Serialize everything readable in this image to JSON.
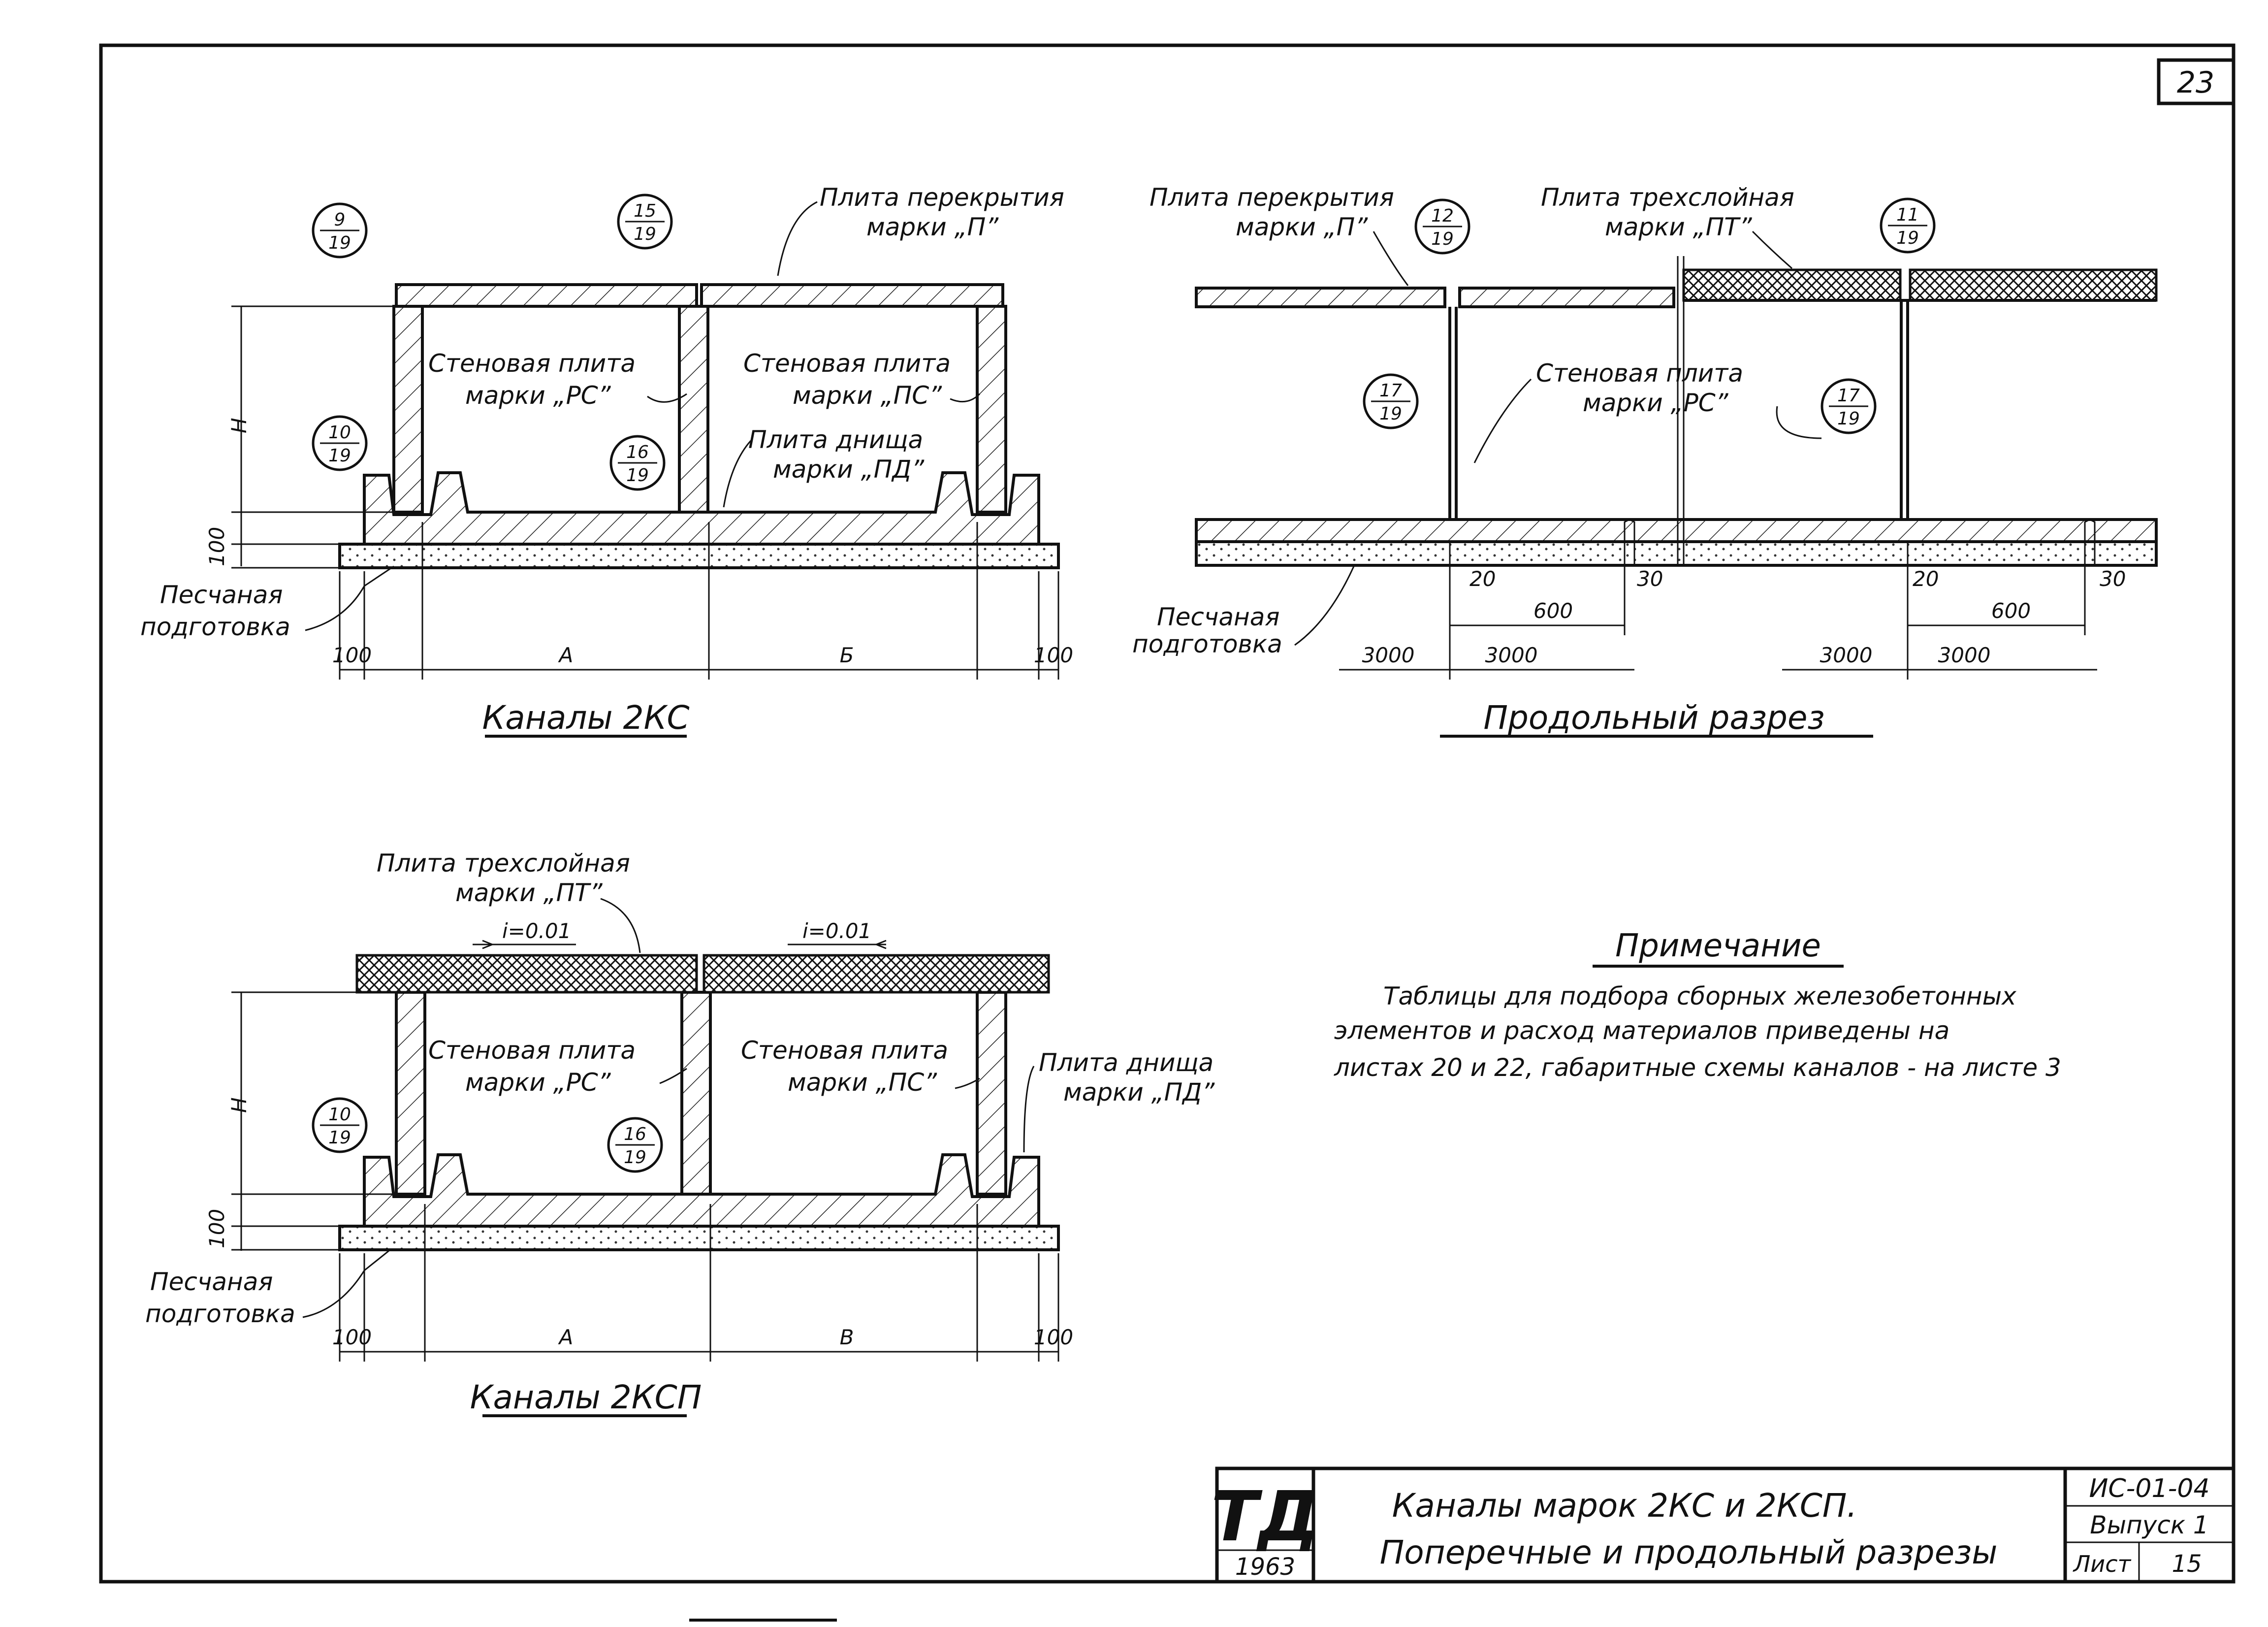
{
  "sheet": {
    "page_number": "23",
    "stamp_logo": "ТД",
    "stamp_year": "1963",
    "title_line1": "Каналы марок 2КС и 2КСП.",
    "title_line2": "Поперечные и продольный разрезы",
    "series": "ИС-01-04",
    "issue": "Выпуск 1",
    "sheet_label": "Лист",
    "sheet_number": "15"
  },
  "section_2ks": {
    "title": "Каналы 2КС",
    "label_slab": [
      "Плита перекрытия",
      "марки „П”"
    ],
    "label_wall_left": [
      "Стеновая плита",
      "марки „РС”"
    ],
    "label_wall_right": [
      "Стеновая плита",
      "марки „ПС”"
    ],
    "label_bottom": [
      "Плита днища",
      "марки „ПД”"
    ],
    "label_sand": [
      "Песчаная",
      "подготовка"
    ],
    "dim_h": "H",
    "dim_100_v": "100",
    "dim_100_left": "100",
    "dim_a": "А",
    "dim_b": "Б",
    "dim_100_right": "100",
    "refs": [
      {
        "num": "9",
        "den": "19"
      },
      {
        "num": "15",
        "den": "19"
      },
      {
        "num": "10",
        "den": "19"
      },
      {
        "num": "16",
        "den": "19"
      }
    ]
  },
  "section_long": {
    "title": "Продольный разрез",
    "label_slab": [
      "Плита перекрытия",
      "марки „П”"
    ],
    "label_slab3": [
      "Плита трехслойная",
      "марки „ПТ”"
    ],
    "label_wall": [
      "Стеновая плита",
      "марки „РС”"
    ],
    "label_sand": [
      "Песчаная",
      "подготовка"
    ],
    "dim_20": "20",
    "dim_600": "600",
    "dim_30": "30",
    "dim_3000": "3000",
    "refs": [
      {
        "num": "12",
        "den": "19"
      },
      {
        "num": "11",
        "den": "19"
      },
      {
        "num": "17",
        "den": "19"
      },
      {
        "num": "17",
        "den": "19"
      }
    ]
  },
  "section_2ksp": {
    "title": "Каналы 2КСП",
    "label_slab3": [
      "Плита трехслойная",
      "марки „ПТ”"
    ],
    "slope_left": "i=0.01",
    "slope_right": "i=0.01",
    "label_wall_left": [
      "Стеновая плита",
      "марки „РС”"
    ],
    "label_wall_right": [
      "Стеновая плита",
      "марки „ПС”"
    ],
    "label_bottom": [
      "Плита днища",
      "марки „ПД”"
    ],
    "label_sand": [
      "Песчаная",
      "подготовка"
    ],
    "dim_h": "H",
    "dim_100_v": "100",
    "dim_100_left": "100",
    "dim_a": "А",
    "dim_b": "В",
    "dim_100_right": "100",
    "refs": [
      {
        "num": "10",
        "den": "19"
      },
      {
        "num": "16",
        "den": "19"
      }
    ]
  },
  "note": {
    "title": "Примечание",
    "lines": [
      "Таблицы для подбора сборных железобетонных",
      "элементов и расход материалов приведены на",
      "листах 20 и 22, габаритные схемы каналов - на листе 3"
    ]
  }
}
